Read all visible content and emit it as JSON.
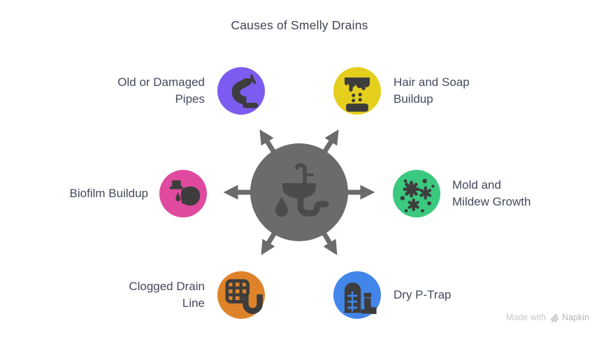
{
  "title": "Causes of Smelly Drains",
  "hub": {
    "color": "#6b6b6b",
    "icon_color": "#4b4b4b",
    "icon": "sink-drain-icon"
  },
  "nodes": [
    {
      "id": "old-damaged-pipes",
      "label": "Old or Damaged\nPipes",
      "color": "#7c5cf0",
      "icon": "broken-pipe-icon"
    },
    {
      "id": "hair-soap-buildup",
      "label": "Hair and Soap\nBuildup",
      "color": "#e5cf1d",
      "icon": "dripping-clog-icon"
    },
    {
      "id": "biofilm-buildup",
      "label": "Biofilm Buildup",
      "color": "#df4a9e",
      "icon": "biofilm-slime-icon"
    },
    {
      "id": "mold-mildew-growth",
      "label": "Mold and\nMildew Growth",
      "color": "#3ac97e",
      "icon": "mold-spores-icon"
    },
    {
      "id": "clogged-drain-line",
      "label": "Clogged Drain\nLine",
      "color": "#df832a",
      "icon": "drain-grate-clog-icon"
    },
    {
      "id": "dry-p-trap",
      "label": "Dry P-Trap",
      "color": "#4386e9",
      "icon": "p-trap-pipe-icon"
    }
  ],
  "text_color": "#424a5c",
  "watermark": {
    "prefix": "Made with",
    "brand": "Napkin",
    "icon": "napkin-logo-icon"
  }
}
